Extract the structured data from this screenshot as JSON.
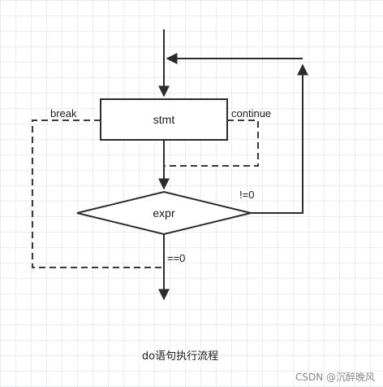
{
  "diagram": {
    "nodes": {
      "stmt": "stmt",
      "expr": "expr"
    },
    "edge_labels": {
      "break": "break",
      "continue": "continue",
      "not_zero": "!=0",
      "equals_zero": "==0"
    },
    "caption": "do语句执行流程",
    "watermark": "CSDN @沉醉晚风"
  },
  "colors": {
    "line": "#2b2b2b",
    "dashed_line": "#3a3a3a",
    "background": "#ffffff",
    "grid": "#aab4c3",
    "watermark": "#8a8a8a"
  }
}
